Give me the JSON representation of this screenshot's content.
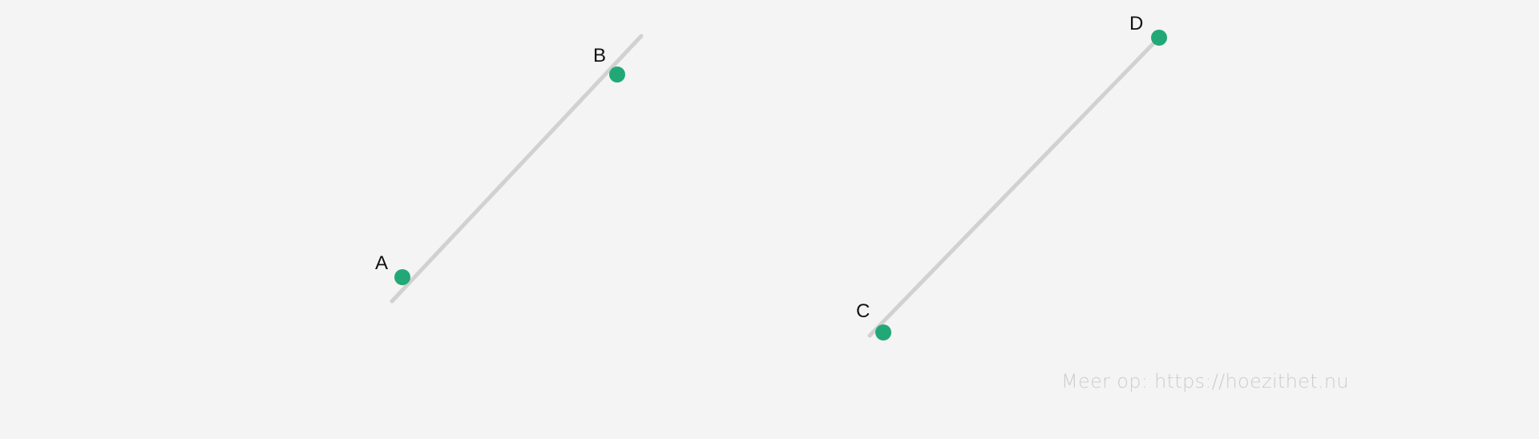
{
  "diagram": {
    "line_color": "#d1d1d1",
    "point_color": "#22a877",
    "segments": [
      {
        "id": "AB",
        "from": "A",
        "to": "B",
        "extended": true
      },
      {
        "id": "CD",
        "from": "C",
        "to": "D",
        "extended": false
      }
    ],
    "points": [
      {
        "id": "A",
        "label": "A"
      },
      {
        "id": "B",
        "label": "B"
      },
      {
        "id": "C",
        "label": "C"
      },
      {
        "id": "D",
        "label": "D"
      }
    ]
  },
  "watermark": {
    "text": "Meer op: https://hoezithet.nu"
  }
}
